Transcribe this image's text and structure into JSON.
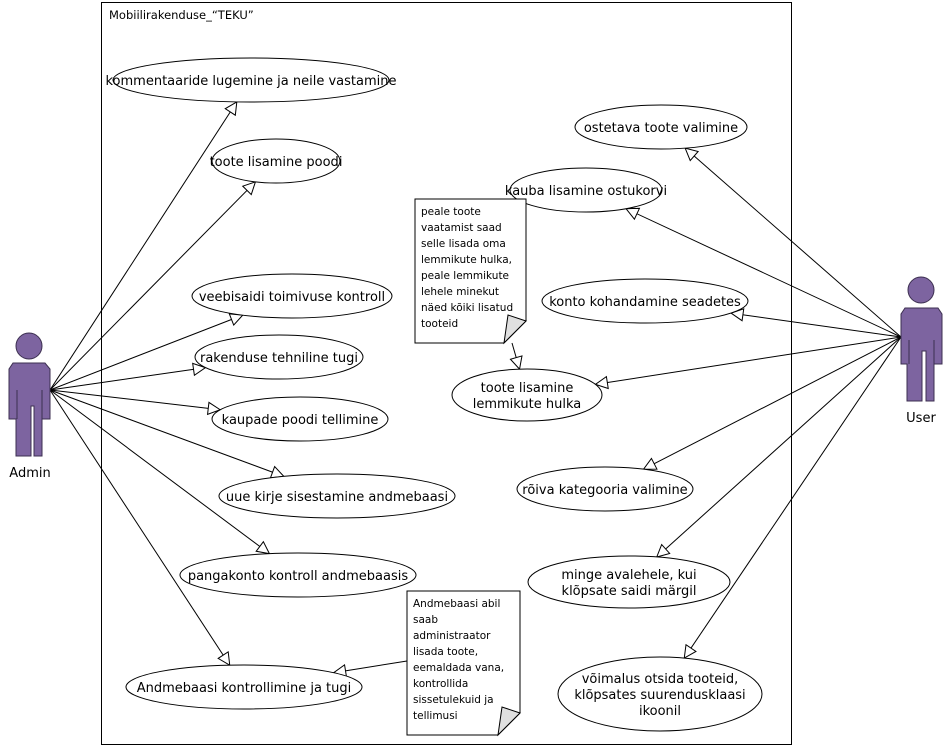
{
  "system": {
    "title": "Mobiilirakenduse_“TEKU”"
  },
  "colors": {
    "actor_fill": "#7d64a0",
    "actor_stroke": "#3c2f50",
    "note_fold": "#e0e0e0",
    "line": "#000000"
  },
  "actors": [
    {
      "id": "admin",
      "label": "Admin"
    },
    {
      "id": "user",
      "label": "User"
    }
  ],
  "use_cases": [
    {
      "id": "uc1",
      "lines": [
        "kommentaaride lugemine ja neile vastamine"
      ]
    },
    {
      "id": "uc2",
      "lines": [
        "toote lisamine poodi"
      ]
    },
    {
      "id": "uc3",
      "lines": [
        "veebisaidi toimivuse kontroll"
      ]
    },
    {
      "id": "uc4",
      "lines": [
        "rakenduse tehniline tugi"
      ]
    },
    {
      "id": "uc5",
      "lines": [
        "kaupade poodi tellimine"
      ]
    },
    {
      "id": "uc6",
      "lines": [
        "uue kirje sisestamine andmebaasi"
      ]
    },
    {
      "id": "uc7",
      "lines": [
        "pangakonto kontroll andmebaasis"
      ]
    },
    {
      "id": "uc8",
      "lines": [
        "Andmebaasi kontrollimine ja tugi"
      ]
    },
    {
      "id": "uc9",
      "lines": [
        "ostetava toote valimine"
      ]
    },
    {
      "id": "uc10",
      "lines": [
        "kauba lisamine ostukorvi"
      ]
    },
    {
      "id": "uc11",
      "lines": [
        "konto kohandamine seadetes"
      ]
    },
    {
      "id": "uc12",
      "lines": [
        "toote lisamine",
        "lemmikute hulka"
      ]
    },
    {
      "id": "uc13",
      "lines": [
        "rõiva kategooria valimine"
      ]
    },
    {
      "id": "uc14",
      "lines": [
        "minge avalehele, kui",
        "klõpsate saidi märgil"
      ]
    },
    {
      "id": "uc15",
      "lines": [
        "võimalus otsida tooteid,",
        "klõpsates suurendusklaasi",
        "ikoonil"
      ]
    }
  ],
  "notes": [
    {
      "id": "note1",
      "lines": [
        "peale toote",
        "vaatamist saad",
        "selle lisada oma",
        "lemmikute hulka,",
        "peale lemmikute",
        "lehele minekut",
        "näed kõiki lisatud",
        "tooteid"
      ]
    },
    {
      "id": "note2",
      "lines": [
        "Andmebaasi abil",
        "saab",
        "administraator",
        "lisada toote,",
        "eemaldada vana,",
        "kontrollida",
        "sissetulekuid ja",
        "tellimusi"
      ]
    }
  ],
  "associations": [
    {
      "from": "admin",
      "to": "uc1"
    },
    {
      "from": "admin",
      "to": "uc2"
    },
    {
      "from": "admin",
      "to": "uc3"
    },
    {
      "from": "admin",
      "to": "uc4"
    },
    {
      "from": "admin",
      "to": "uc5"
    },
    {
      "from": "admin",
      "to": "uc6"
    },
    {
      "from": "admin",
      "to": "uc7"
    },
    {
      "from": "admin",
      "to": "uc8"
    },
    {
      "from": "user",
      "to": "uc9"
    },
    {
      "from": "user",
      "to": "uc10"
    },
    {
      "from": "user",
      "to": "uc11"
    },
    {
      "from": "user",
      "to": "uc12"
    },
    {
      "from": "user",
      "to": "uc13"
    },
    {
      "from": "user",
      "to": "uc14"
    },
    {
      "from": "user",
      "to": "uc15"
    },
    {
      "from": "note1",
      "to": "uc12"
    },
    {
      "from": "note2",
      "to": "uc8"
    }
  ]
}
